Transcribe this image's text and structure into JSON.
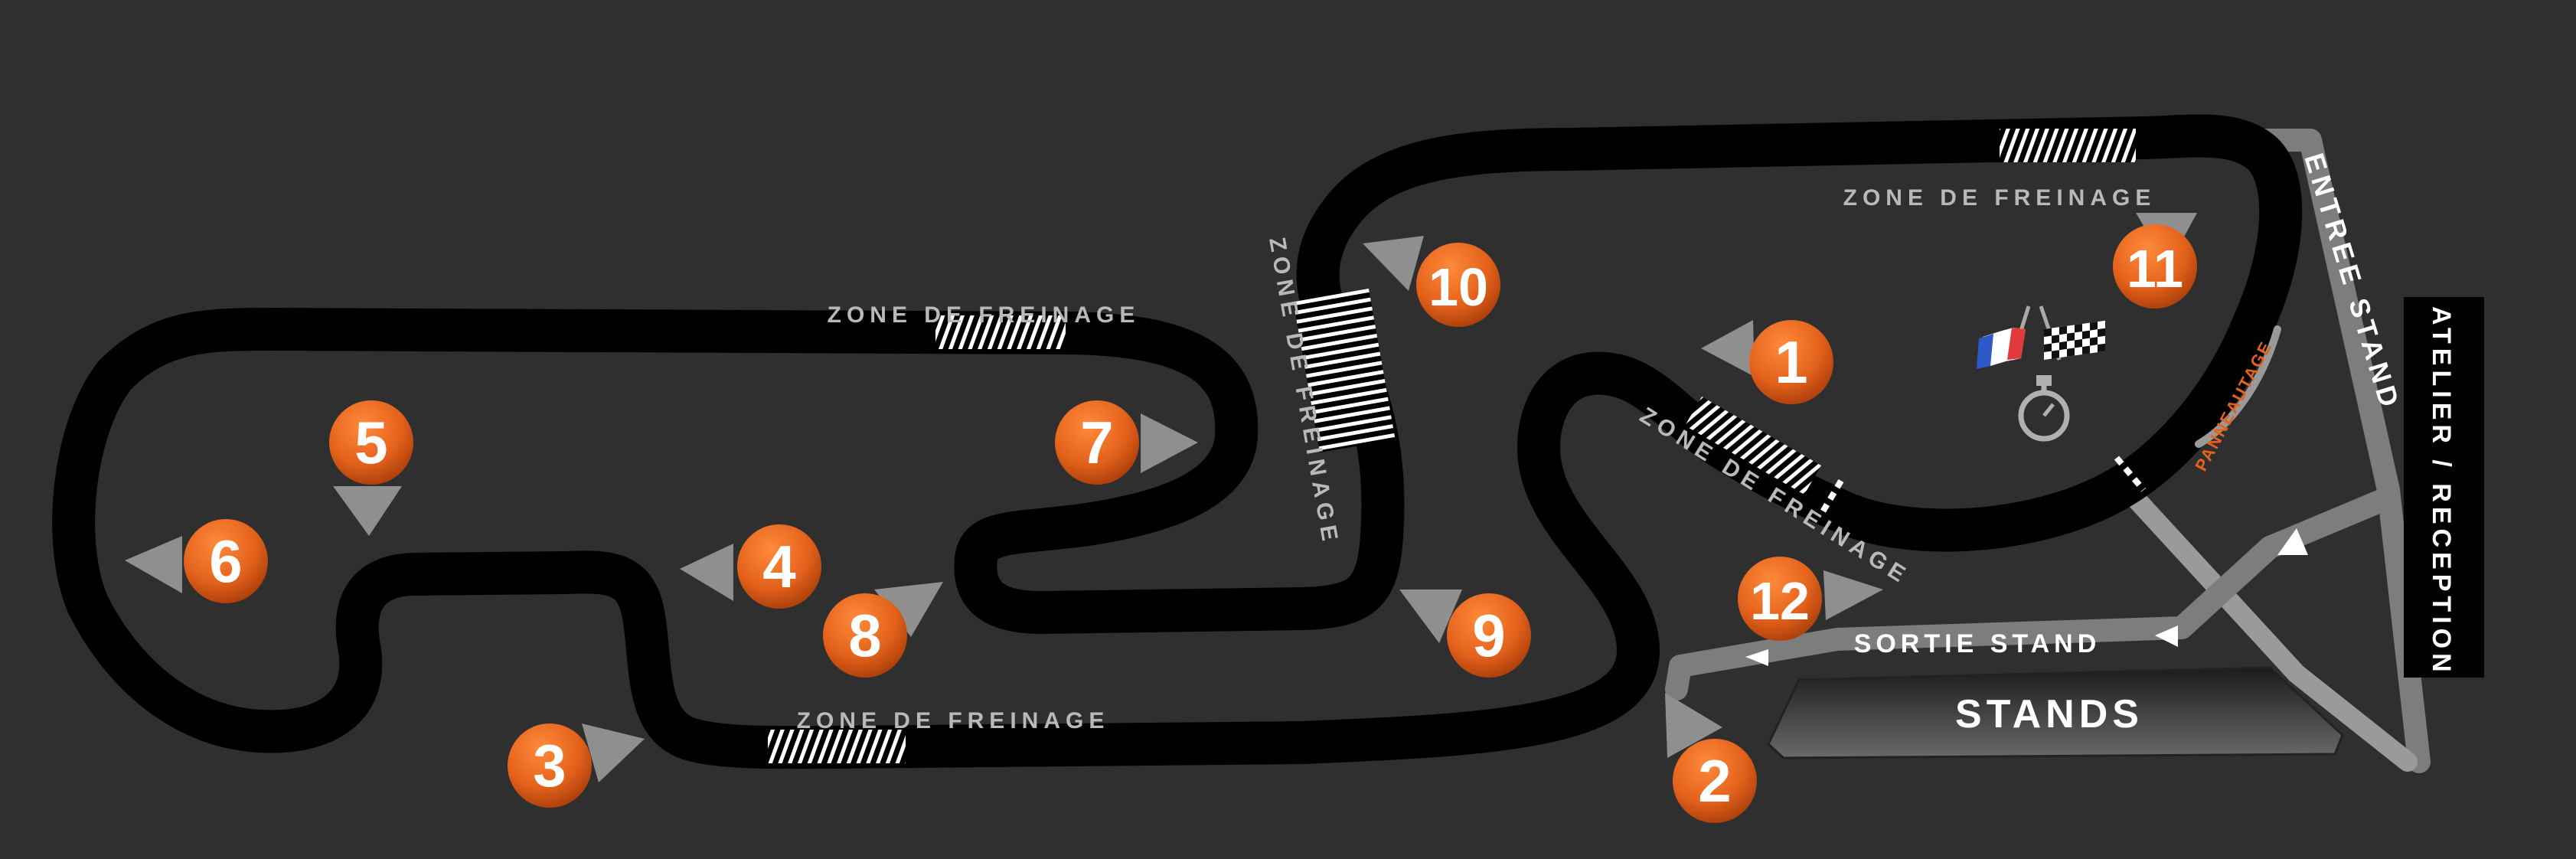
{
  "colors": {
    "background": "#2f2f2f",
    "track": "#000000",
    "pit_lane": "#7d7d7d",
    "turn_marker": "#e4621c",
    "arrow": "#8f8f8f",
    "label": "#b9b9b9"
  },
  "braking_zones": {
    "top_left": "ZONE DE FREINAGE",
    "bottom": "ZONE DE FREINAGE",
    "vertical": "ZONE DE FREINAGE",
    "top_right": "ZONE DE FREINAGE",
    "diagonal": "ZONE DE FREINAGE"
  },
  "turns": [
    "1",
    "2",
    "3",
    "4",
    "5",
    "6",
    "7",
    "8",
    "9",
    "10",
    "11",
    "12"
  ],
  "pit": {
    "entry": "ENTREE STAND",
    "exit": "SORTIE STAND",
    "stands": "STANDS",
    "workshop": "ATELIER / RECEPTION",
    "signalling": "PANNEAUTAGE"
  },
  "icons": {
    "flags": "french-and-checkered-flags-icon",
    "stopwatch": "stopwatch-icon"
  }
}
